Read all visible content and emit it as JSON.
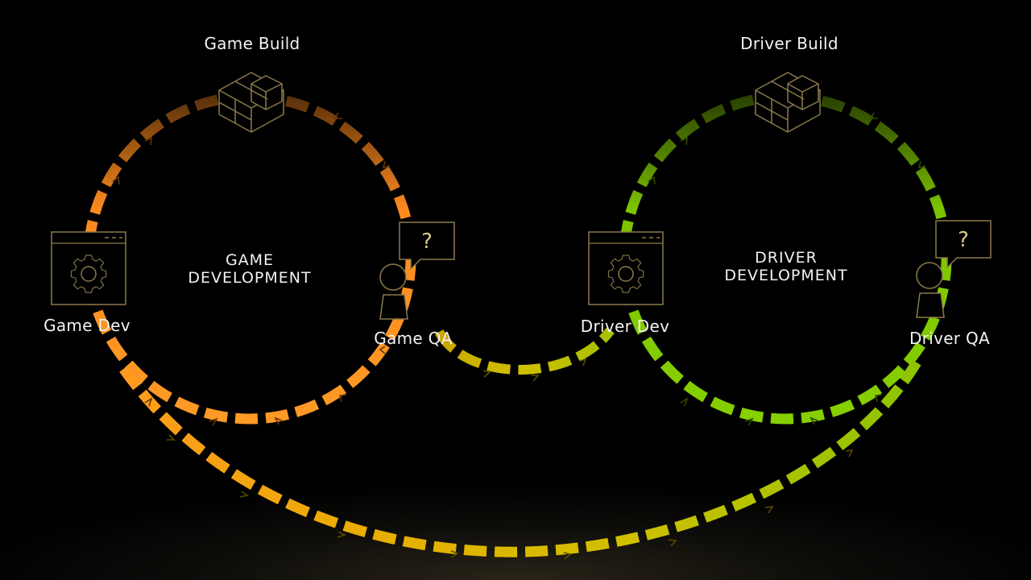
{
  "colors": {
    "game": "#ff8a1e",
    "driver": "#76b900",
    "bridge": "#d8b400",
    "icon_stroke": "#8a7a4a",
    "background": "#000000"
  },
  "labels": {
    "game_build": "Game Build",
    "game_dev": "Game Dev",
    "game_qa": "Game QA",
    "driver_build": "Driver Build",
    "driver_dev": "Driver Dev",
    "driver_qa": "Driver QA",
    "game_title_line1": "GAME",
    "game_title_line2": "DEVELOPMENT",
    "driver_title_line1": "DRIVER",
    "driver_title_line2": "DEVELOPMENT",
    "question_mark": "?"
  },
  "icons": {
    "game_build": "blocks-icon",
    "game_dev": "gear-window-icon",
    "game_qa": "person-question-icon",
    "driver_build": "blocks-icon",
    "driver_dev": "gear-window-icon",
    "driver_qa": "person-question-icon"
  }
}
